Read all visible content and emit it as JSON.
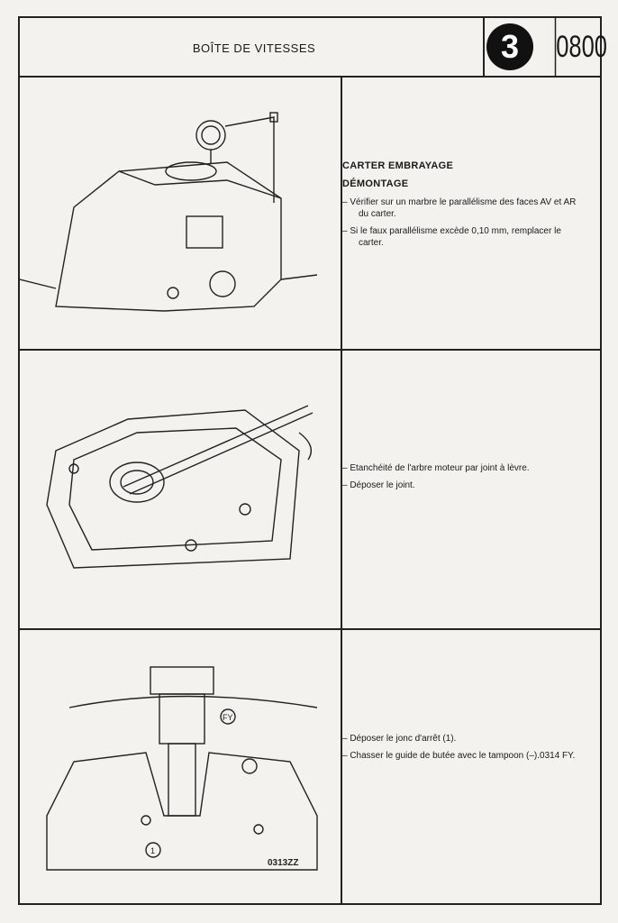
{
  "header": {
    "title": "BOÎTE DE VITESSES",
    "section_number": "3",
    "page_code": "0800"
  },
  "sections": [
    {
      "heading": "CARTER EMBRAYAGE",
      "subheading": "DÉMONTAGE",
      "steps": [
        "– Vérifier sur un marbre le parallélisme des faces AV et AR du carter.",
        "– Si le faux parallélisme excède 0,10 mm, remplacer le carter."
      ]
    },
    {
      "steps": [
        "– Etanchéité de l'arbre moteur par joint à lèvre.",
        "– Déposer le joint."
      ]
    },
    {
      "steps": [
        "– Déposer le jonc d'arrêt (1).",
        "– Chasser le guide de butée avec le tampoon (–).0314 FY."
      ],
      "callouts": {
        "tool": "FY",
        "part": "1",
        "ref": "0313ZZ"
      }
    }
  ]
}
